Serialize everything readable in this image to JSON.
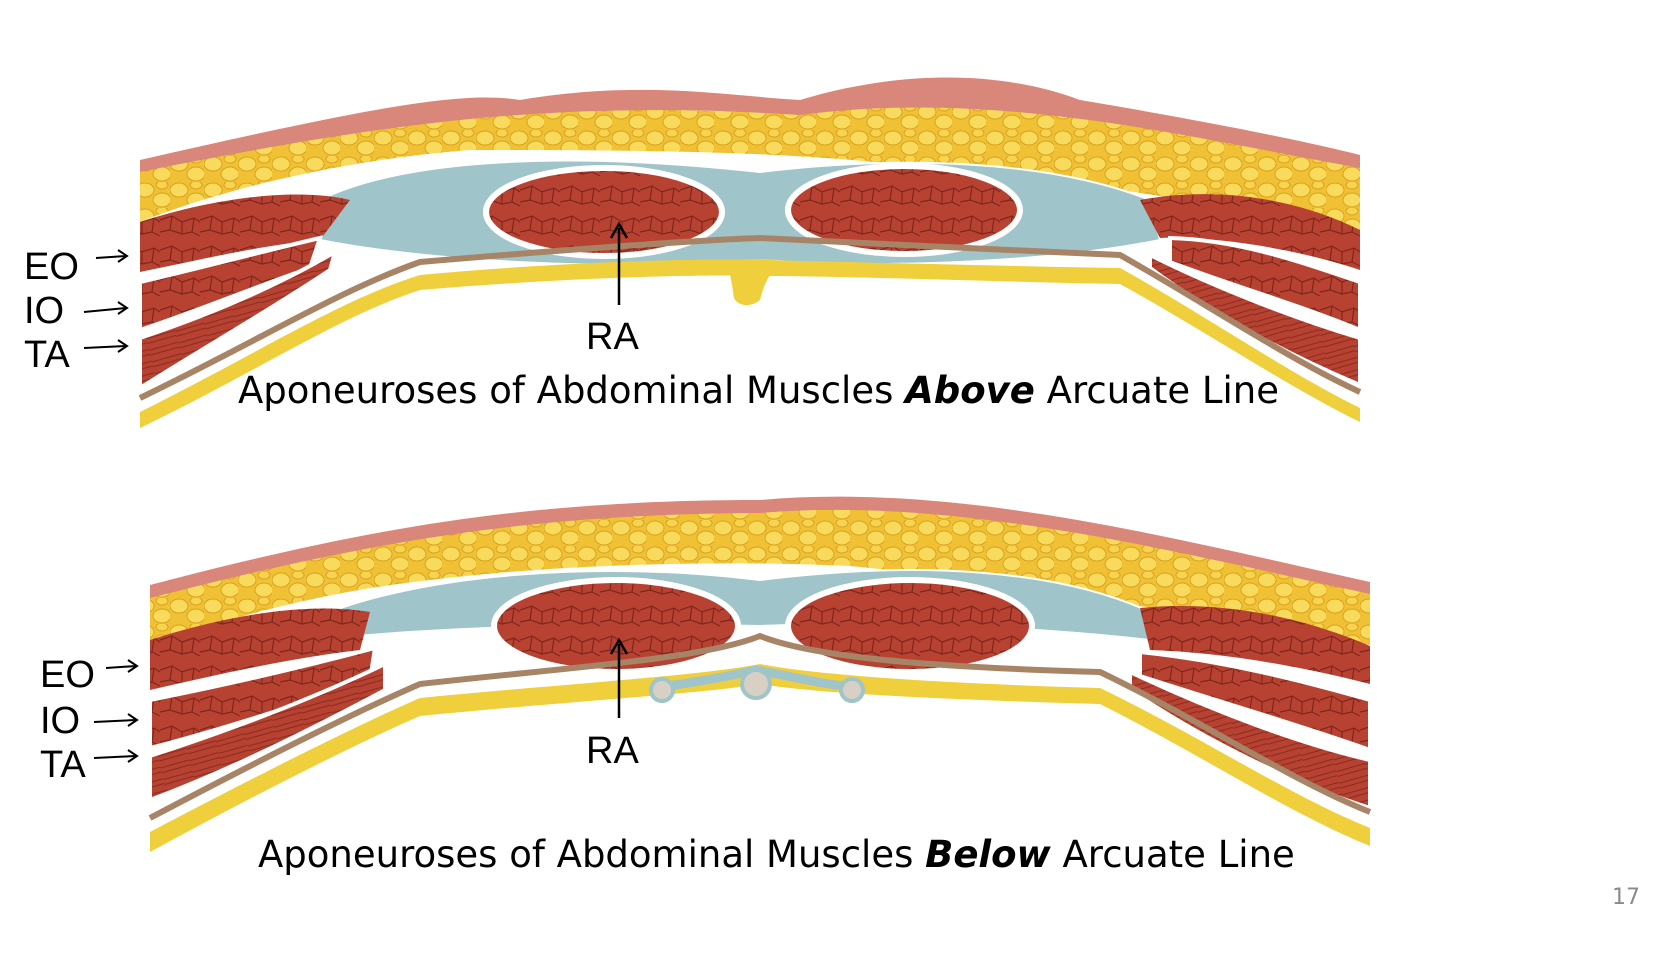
{
  "slide": {
    "page_number": "17",
    "panels": [
      {
        "id": "above",
        "muscle_labels": [
          "EO",
          "IO",
          "TA"
        ],
        "center_label": "RA",
        "caption": {
          "before": "Aponeuroses of Abdominal Muscles ",
          "emphasis": "Above",
          "after": " Arcuate Line"
        }
      },
      {
        "id": "below",
        "muscle_labels": [
          "EO",
          "IO",
          "TA"
        ],
        "center_label": "RA",
        "caption": {
          "before": "Aponeuroses of Abdominal Muscles ",
          "emphasis": "Below",
          "after": " Arcuate Line"
        }
      }
    ]
  },
  "colors": {
    "skin": "#d9877a",
    "fat": "#f2c43a",
    "fat_lobule": "#f7d95a",
    "muscle": "#b5402f",
    "muscle_line": "#7e261b",
    "fascia": "#9fc4c9",
    "peritoneum": "#a88467",
    "extraperitoneal_fat": "#f0cf3c"
  }
}
